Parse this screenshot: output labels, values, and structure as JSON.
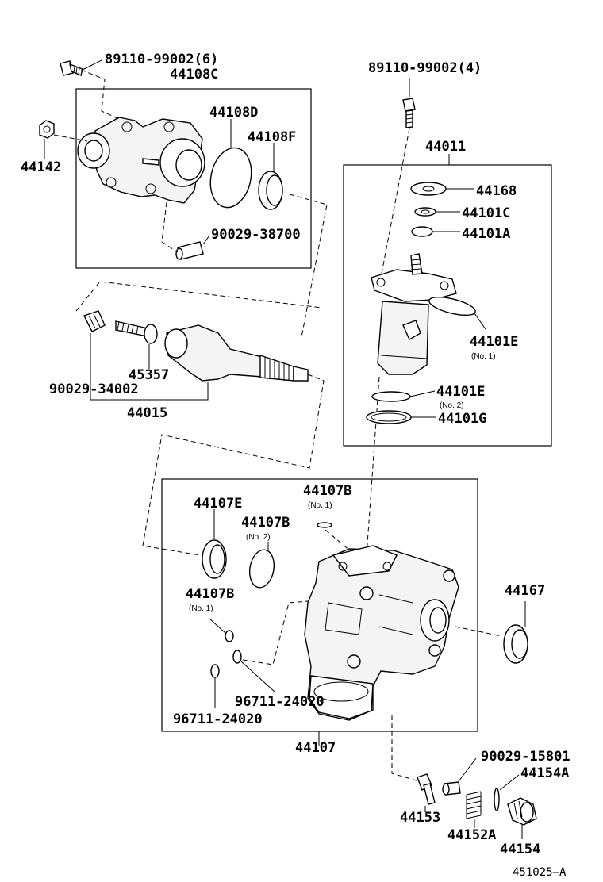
{
  "labels": {
    "bolt_6": "89110-99002(6)",
    "cover_assy": "44108C",
    "nut": "44142",
    "oring_d": "44108D",
    "seal_f": "44108F",
    "pin": "90029-38700",
    "bolt_4": "89110-99002(4)",
    "valve_assy": "44011",
    "washer": "44168",
    "nut_c": "44101C",
    "ring_a": "44101A",
    "oring_e1": "44101E",
    "oring_e1_note": "(No. 1)",
    "oring_e2": "44101E",
    "oring_e2_note": "(No. 2)",
    "ring_g": "44101G",
    "screw_nut": "90029-34002",
    "adjust_screw": "45357",
    "sector_shaft": "44015",
    "housing_seal_e": "44107E",
    "oring_b_top": "44107B",
    "oring_b_top_note": "(No. 1)",
    "oring_b_no2": "44107B",
    "oring_b_no2_note": "(No. 2)",
    "oring_b_no1": "44107B",
    "oring_b_no1_note": "(No. 1)",
    "oring_96711_a": "96711-24020",
    "oring_96711_b": "96711-24020",
    "housing": "44107",
    "side_seal": "44167",
    "ball_90029": "90029-15801",
    "plug_a": "44154A",
    "bolt_44153": "44153",
    "spring": "44152A",
    "plug": "44154",
    "ref_code": "451025—A"
  }
}
